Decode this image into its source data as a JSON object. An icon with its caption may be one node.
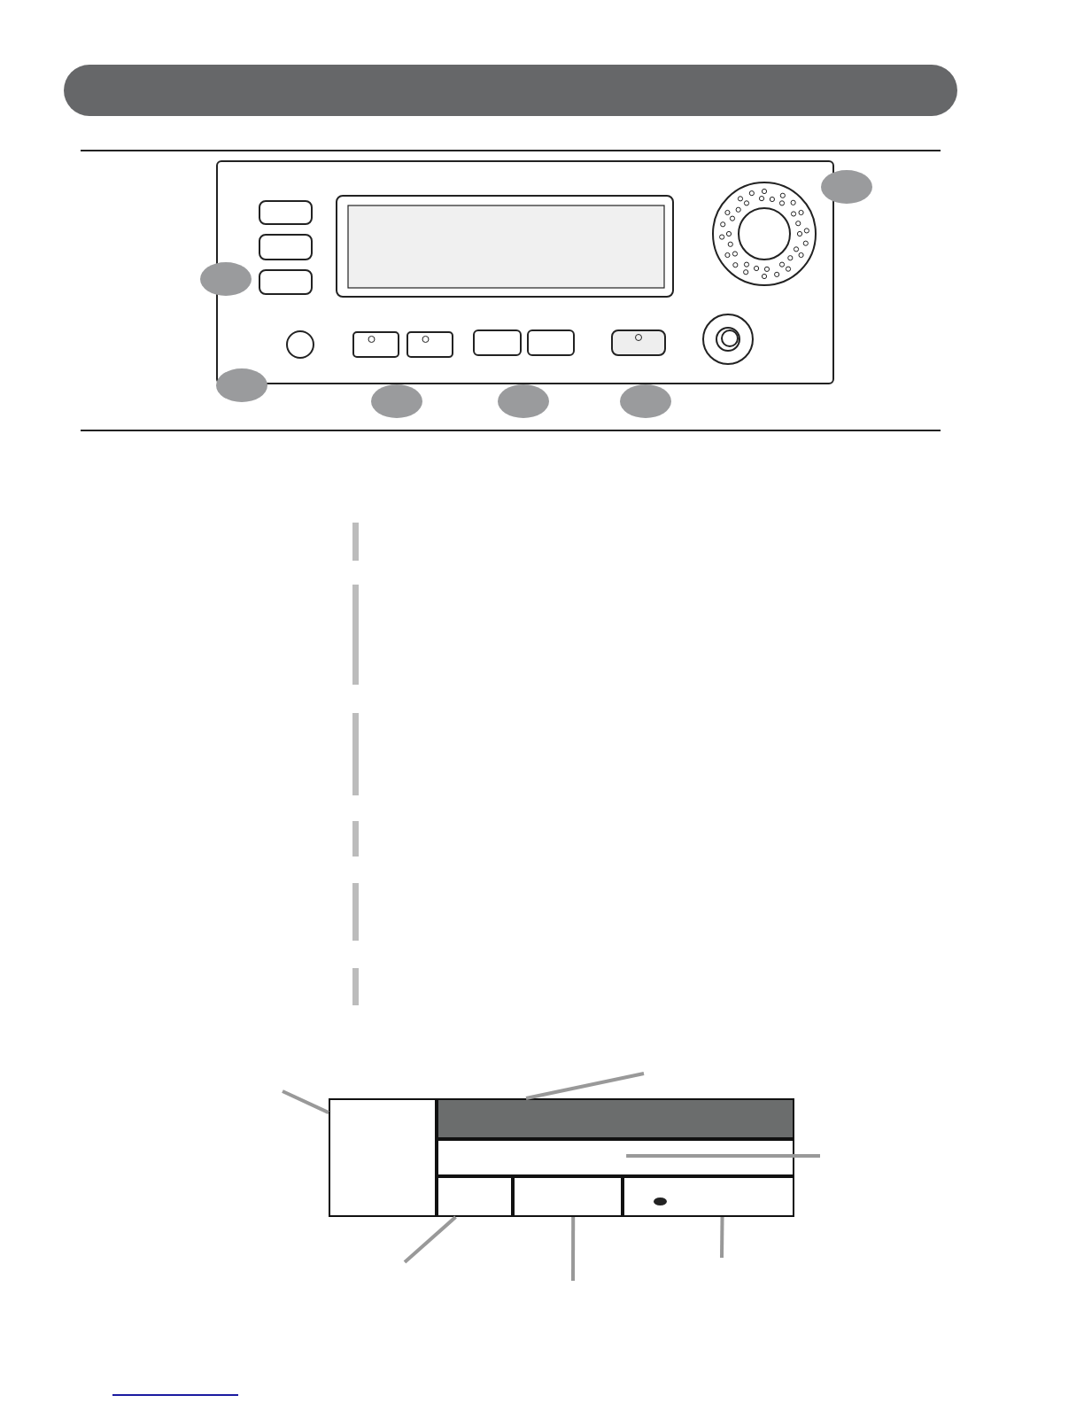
{
  "diagram": {
    "nodes": [
      {
        "text": [],
        "shape": "box"
      },
      {
        "text": [],
        "shape": "box",
        "in": 0
      },
      {
        "text": [],
        "shape": "bar",
        "in": 0
      },
      {
        "text": [],
        "shape": "box",
        "in": 0
      },
      {
        "text": [],
        "shape": "box",
        "in": 0
      },
      {
        "text": [],
        "shape": "box",
        "in": 0
      },
      {
        "text": [],
        "shape": "box",
        "in": 0
      }
    ],
    "edges": [
      {
        "from": null,
        "to": 1,
        "arrow": "none"
      },
      {
        "from": null,
        "to": 2,
        "arrow": "none"
      },
      {
        "from": null,
        "to": 3,
        "arrow": "none"
      },
      {
        "from": null,
        "to": 4,
        "arrow": "none"
      },
      {
        "from": null,
        "to": 5,
        "arrow": "none"
      },
      {
        "from": null,
        "to": 6,
        "arrow": "none"
      }
    ]
  }
}
